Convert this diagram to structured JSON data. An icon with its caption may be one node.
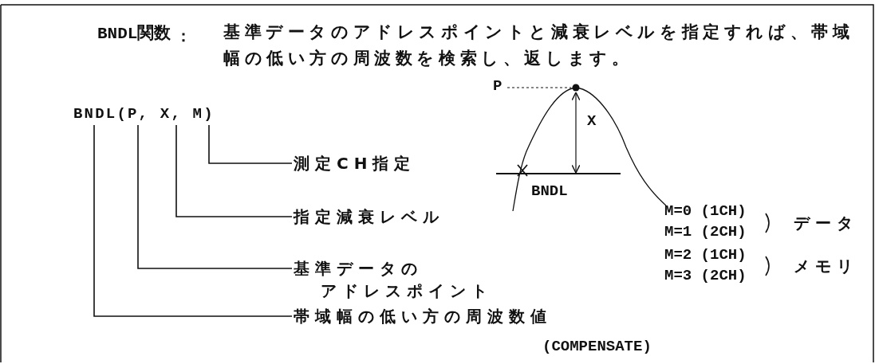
{
  "diagram": {
    "nodes": [
      {
        "text": [
          "BNDL(P, X, M)"
        ]
      },
      {
        "text": [
          "測定CH指定"
        ]
      },
      {
        "text": [
          "指定減衰レベル"
        ]
      },
      {
        "text": [
          "基準データのアドレスポイント"
        ]
      },
      {
        "text": [
          "帯域幅の低い方の周波数値"
        ],
        "beside": [
          "(COMPENSATE)"
        ]
      }
    ],
    "edges": [
      {
        "from": 0,
        "to": 1,
        "arrow": "none"
      },
      {
        "from": 0,
        "to": 2,
        "arrow": "none"
      },
      {
        "from": 0,
        "to": 3,
        "arrow": "none"
      },
      {
        "from": 0,
        "to": 4,
        "arrow": "none"
      }
    ],
    "labels": [
      "BNDL関数",
      "：",
      "基準データのアドレスポイントと減衰レベルを指定すれば、帯域幅の低い方の周波数を検索し、返します。",
      "P",
      "X",
      "BNDL",
      "M=0 (1CH)",
      "M=1 (2CH)",
      "データ",
      "M=2 (1CH)",
      "M=3 (2CH)",
      "メモリ"
    ]
  }
}
